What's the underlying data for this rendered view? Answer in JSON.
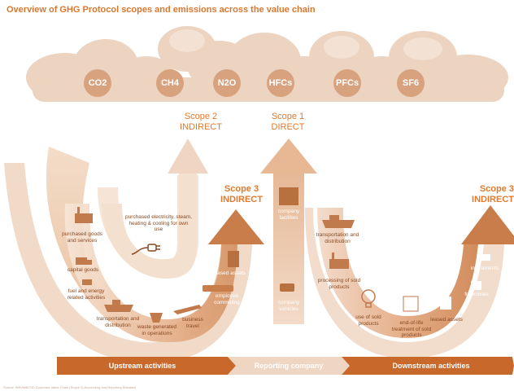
{
  "title": "Overview of GHG Protocol scopes and emissions across the value chain",
  "gases": [
    "CO2",
    "CH4",
    "N2O",
    "HFCs",
    "PFCs",
    "SF6"
  ],
  "scopes": {
    "scope2": {
      "name": "Scope 2",
      "type": "INDIRECT"
    },
    "scope1": {
      "name": "Scope 1",
      "type": "DIRECT"
    },
    "scope3_up": {
      "name": "Scope 3",
      "type": "INDIRECT"
    },
    "scope3_down": {
      "name": "Scope 3",
      "type": "INDIRECT"
    }
  },
  "upstream": {
    "purchased_goods": "purchased goods and services",
    "electricity": "purchased electricity, steam, heating & cooling for own use",
    "capital_goods": "capital goods",
    "fuel_energy": "fuel and energy related activities",
    "transportation": "transportation and distribution",
    "waste": "waste generated in operations",
    "business_travel": "business travel",
    "employee_commuting": "employee commuting",
    "leased_assets": "leased assets"
  },
  "reporting": {
    "facilities": "company facilities",
    "vehicles": "company vehicles"
  },
  "downstream": {
    "transportation": "transportation and distribution",
    "processing": "processing of sold products",
    "use": "use of sold products",
    "end_of_life": "end-of-life treatment of sold products",
    "leased_assets": "leased assets",
    "franchises": "franchises",
    "investments": "investments"
  },
  "bands": {
    "upstream": "Upstream activities",
    "reporting": "Reporting company",
    "downstream": "Downstream activities"
  },
  "footnote": "Source: WRI/WBCSD Corporate Value Chain (Scope 3) Accounting and Reporting Standard",
  "colors": {
    "orange": "#e07a2e",
    "cloud": "#ecd2bd",
    "gas_circle": "#d9a27e",
    "arrow_light": "#f0d5c0",
    "arrow_mid": "#e3a87e",
    "arrow_dark": "#c97d4b",
    "band_dark": "#c9682b",
    "band_light": "#efd6c3"
  }
}
